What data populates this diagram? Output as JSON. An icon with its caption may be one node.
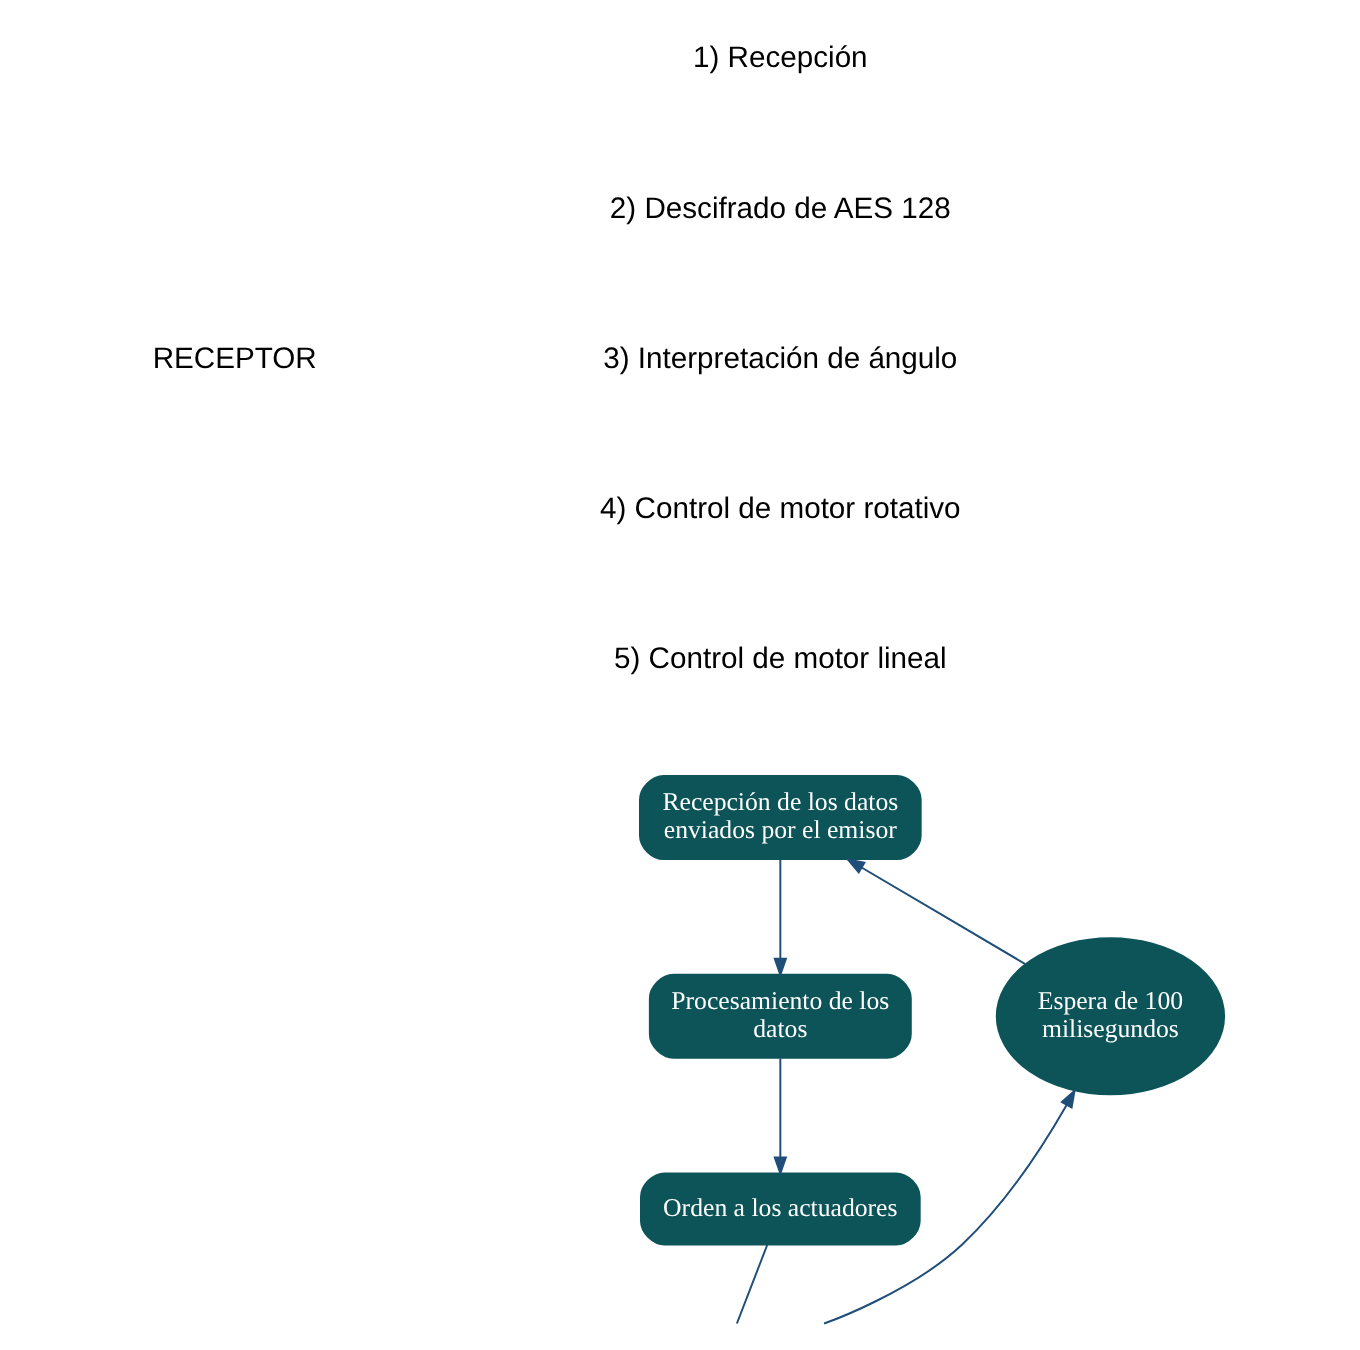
{
  "diagram": {
    "nodes": [
      {
        "text": [
          "Recepción de los datos enviados por el emisor"
        ]
      },
      {
        "text": [
          "Procesamiento de los datos"
        ]
      },
      {
        "text": [
          "Orden a los actuadores"
        ]
      },
      {
        "text": [
          "Espera de 100 milisegundos"
        ]
      }
    ],
    "edges": [
      {
        "from": 0,
        "to": 1,
        "arrow": "to"
      },
      {
        "from": 1,
        "to": 2,
        "arrow": "to"
      },
      {
        "from": 2,
        "to": null,
        "arrow": "none"
      },
      {
        "from": null,
        "to": 3,
        "arrow": "to"
      },
      {
        "from": 3,
        "to": 0,
        "arrow": "to"
      }
    ],
    "labels": [
      "RECEPTOR",
      "1) Recepción",
      "2) Descifrado de AES 128",
      "3) Interpretación de ángulo",
      "4) Control de motor rotativo",
      "5) Control de motor lineal"
    ]
  }
}
